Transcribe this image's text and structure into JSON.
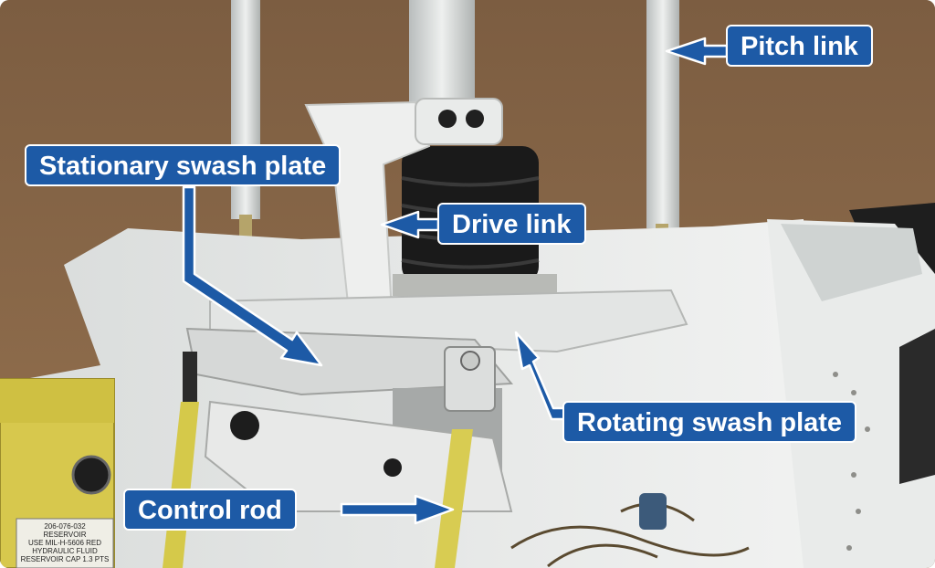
{
  "labels": {
    "pitch_link": "Pitch link",
    "stationary_swash_plate": "Stationary swash plate",
    "drive_link": "Drive link",
    "rotating_swash_plate": "Rotating swash plate",
    "control_rod": "Control rod"
  },
  "reservoir_placard": {
    "line1": "206-076-032",
    "line2": "RESERVOIR",
    "line3": "USE MIL-H-5606 RED",
    "line4": "HYDRAULIC FLUID",
    "line5": "RESERVOIR CAP 1.3 PTS"
  },
  "colors": {
    "callout_fill": "#1d5aa6",
    "callout_border": "#ffffff",
    "arrow_fill": "#1d5aa6",
    "background_wall": "#8a6a4c",
    "airframe_white": "#e6e8e6"
  }
}
